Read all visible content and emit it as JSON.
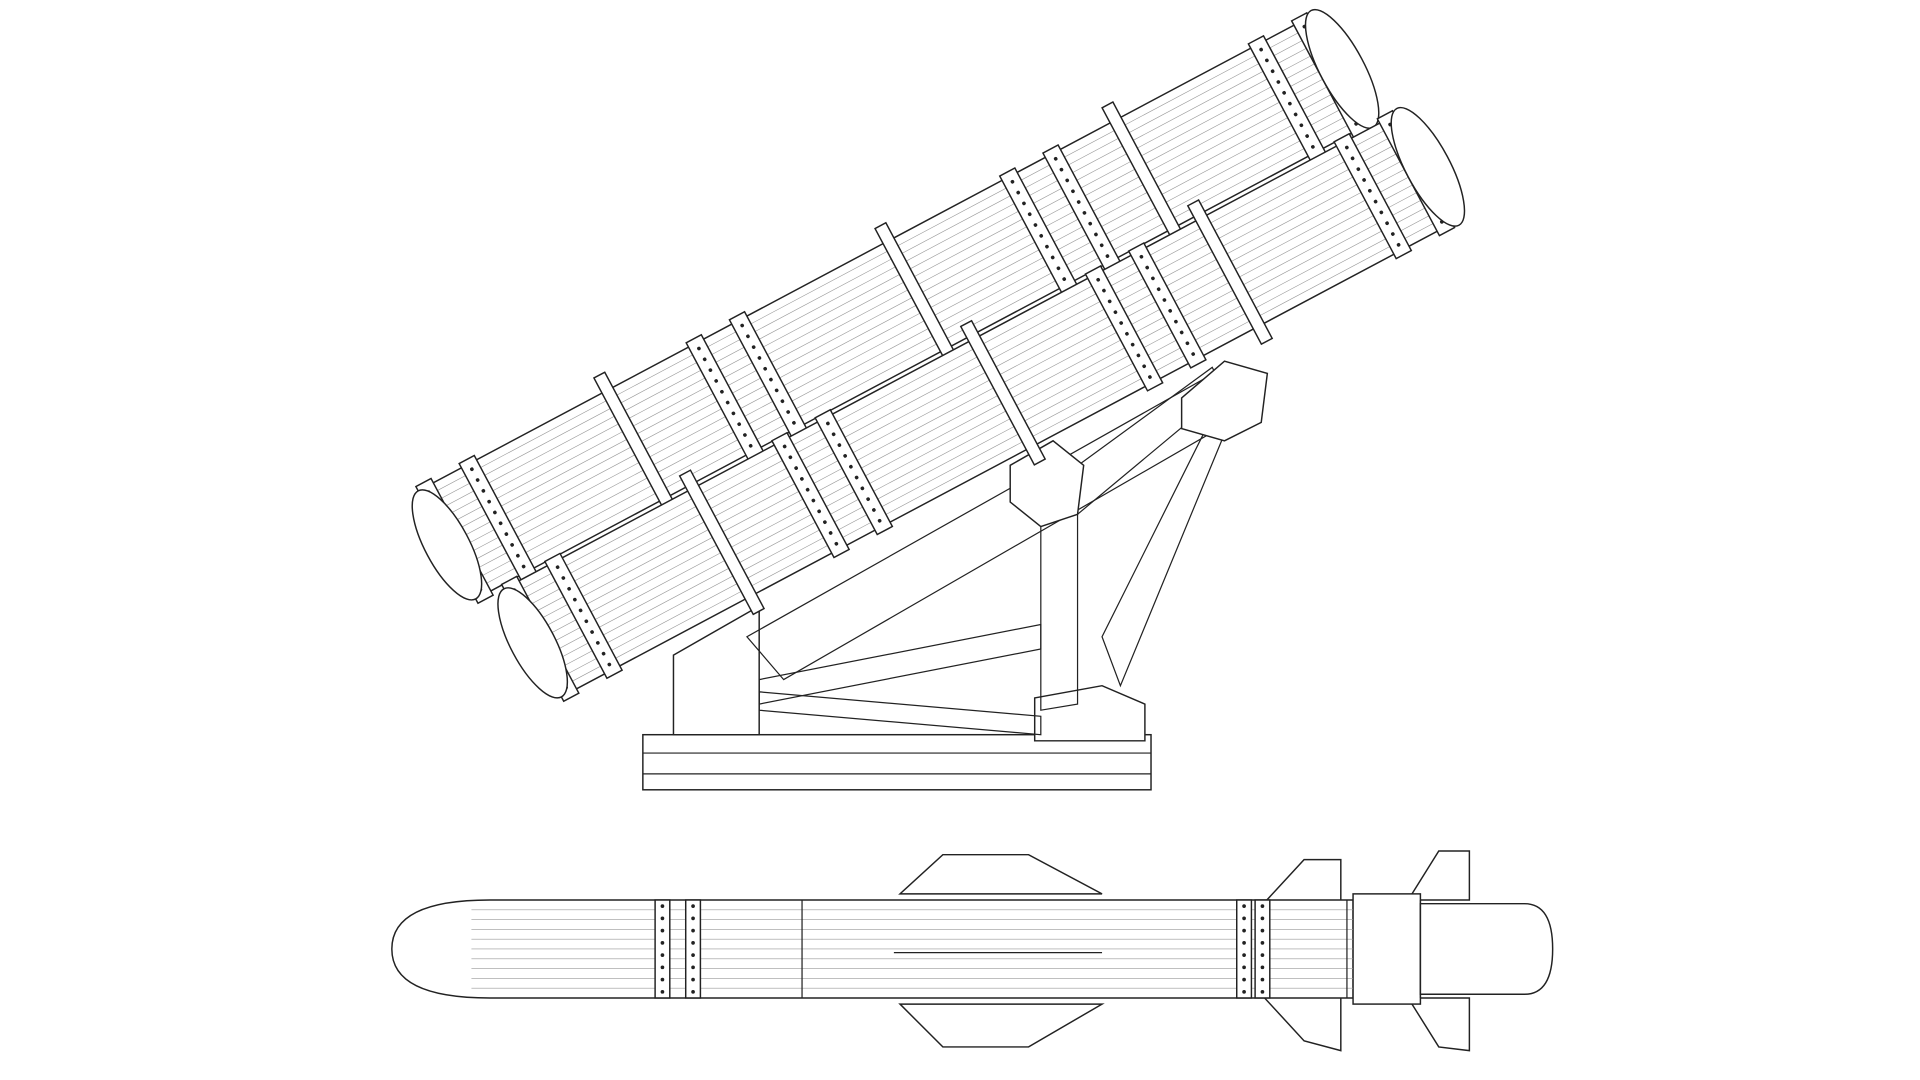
{
  "drawing": {
    "subjects": [
      "launcher",
      "missile"
    ],
    "style": "wireframe line drawing",
    "colors": {
      "background": "#ffffff",
      "line": "#222222",
      "hatch": "#999999"
    }
  }
}
